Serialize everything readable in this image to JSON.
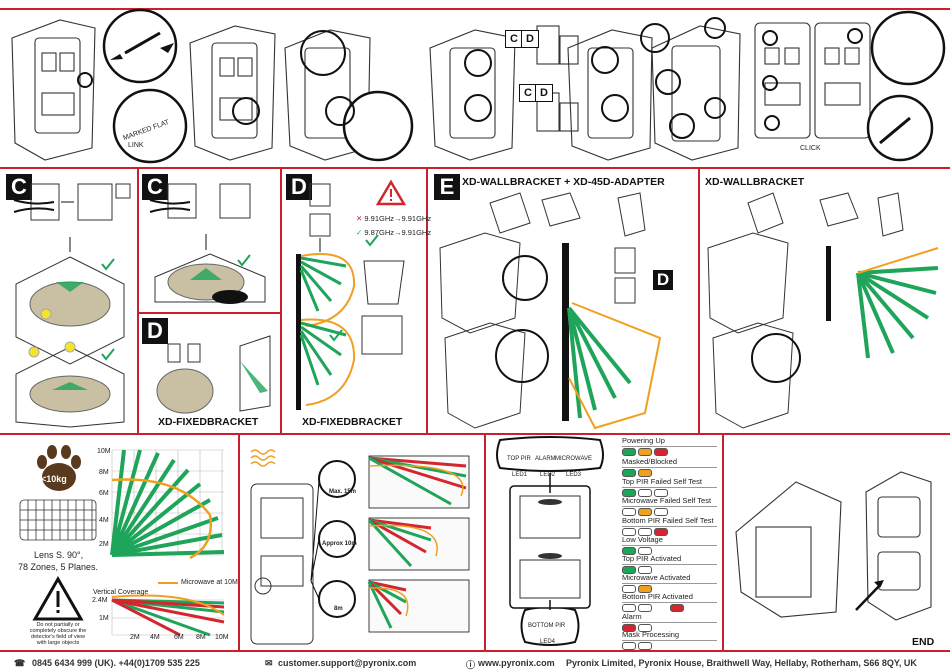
{
  "colors": {
    "accent": "#c8202f",
    "green": "#1fa55a",
    "red": "#d3262f",
    "orange": "#f0a020",
    "black": "#111111"
  },
  "tags": {
    "c": "C",
    "d": "D",
    "e": "E"
  },
  "step_letters": {
    "c": "C",
    "d": "D"
  },
  "panels": {
    "fixed_bracket_a": {
      "caption": "XD-FIXEDBRACKET"
    },
    "fixed_bracket_b": {
      "caption": "XD-FIXEDBRACKET"
    },
    "wall_adapter": {
      "title": "XD-WALLBRACKET + XD-45D-ADAPTER"
    },
    "wall_only": {
      "title": "XD-WALLBRACKET"
    },
    "freq": {
      "wrong": "9.91GHz→9.91GHz",
      "right": "9.87GHz→9.91GHz"
    },
    "top_labels": {
      "marked_flat": "MARKED FLAT",
      "link": "LINK",
      "click": "CLICK"
    }
  },
  "coverage": {
    "pet_weight": "<10kg",
    "lens": "Lens S. 90°,",
    "zones": "78 Zones, 5 Planes.",
    "warning": "Do not partially or completely obscure the detector's field of view with large objects",
    "microwave_legend": "Microwave at 10M",
    "vertical_title": "Vertical Coverage",
    "y_ticks": [
      "10M",
      "8M",
      "6M",
      "4M",
      "2M"
    ],
    "v_y_ticks": [
      "2.4M",
      "1M"
    ],
    "x_ticks": [
      "2M",
      "4M",
      "6M",
      "8M",
      "10M"
    ],
    "ranges": [
      "Max. 15m",
      "Approx 10m",
      "8m"
    ]
  },
  "leds": {
    "top_pir": "TOP PIR",
    "alarm": "ALARM",
    "microwave": "MICROWAVE",
    "bottom_pir": "BOTTOM PIR",
    "led1": "LED1",
    "led2": "LED2",
    "led3": "LED3",
    "led4": "LED4",
    "states": [
      "Powering Up",
      "Masked/Blocked",
      "Top PIR Failed Self Test",
      "Microwave Failed Self Test",
      "Bottom PIR Failed Self Test",
      "Low Voltage",
      "Top PIR Activated",
      "Microwave Activated",
      "Bottom PIR Activated",
      "Alarm",
      "Mask Processing"
    ]
  },
  "end_label": "END",
  "footer": {
    "phone": "0845 6434 999 (UK). +44(0)1709 535 225",
    "email": "customer.support@pyronix.com",
    "web": "www.pyronix.com",
    "address": "Pyronix Limited, Pyronix House, Braithwell Way, Hellaby, Rotherham, S66 8QY, UK"
  }
}
